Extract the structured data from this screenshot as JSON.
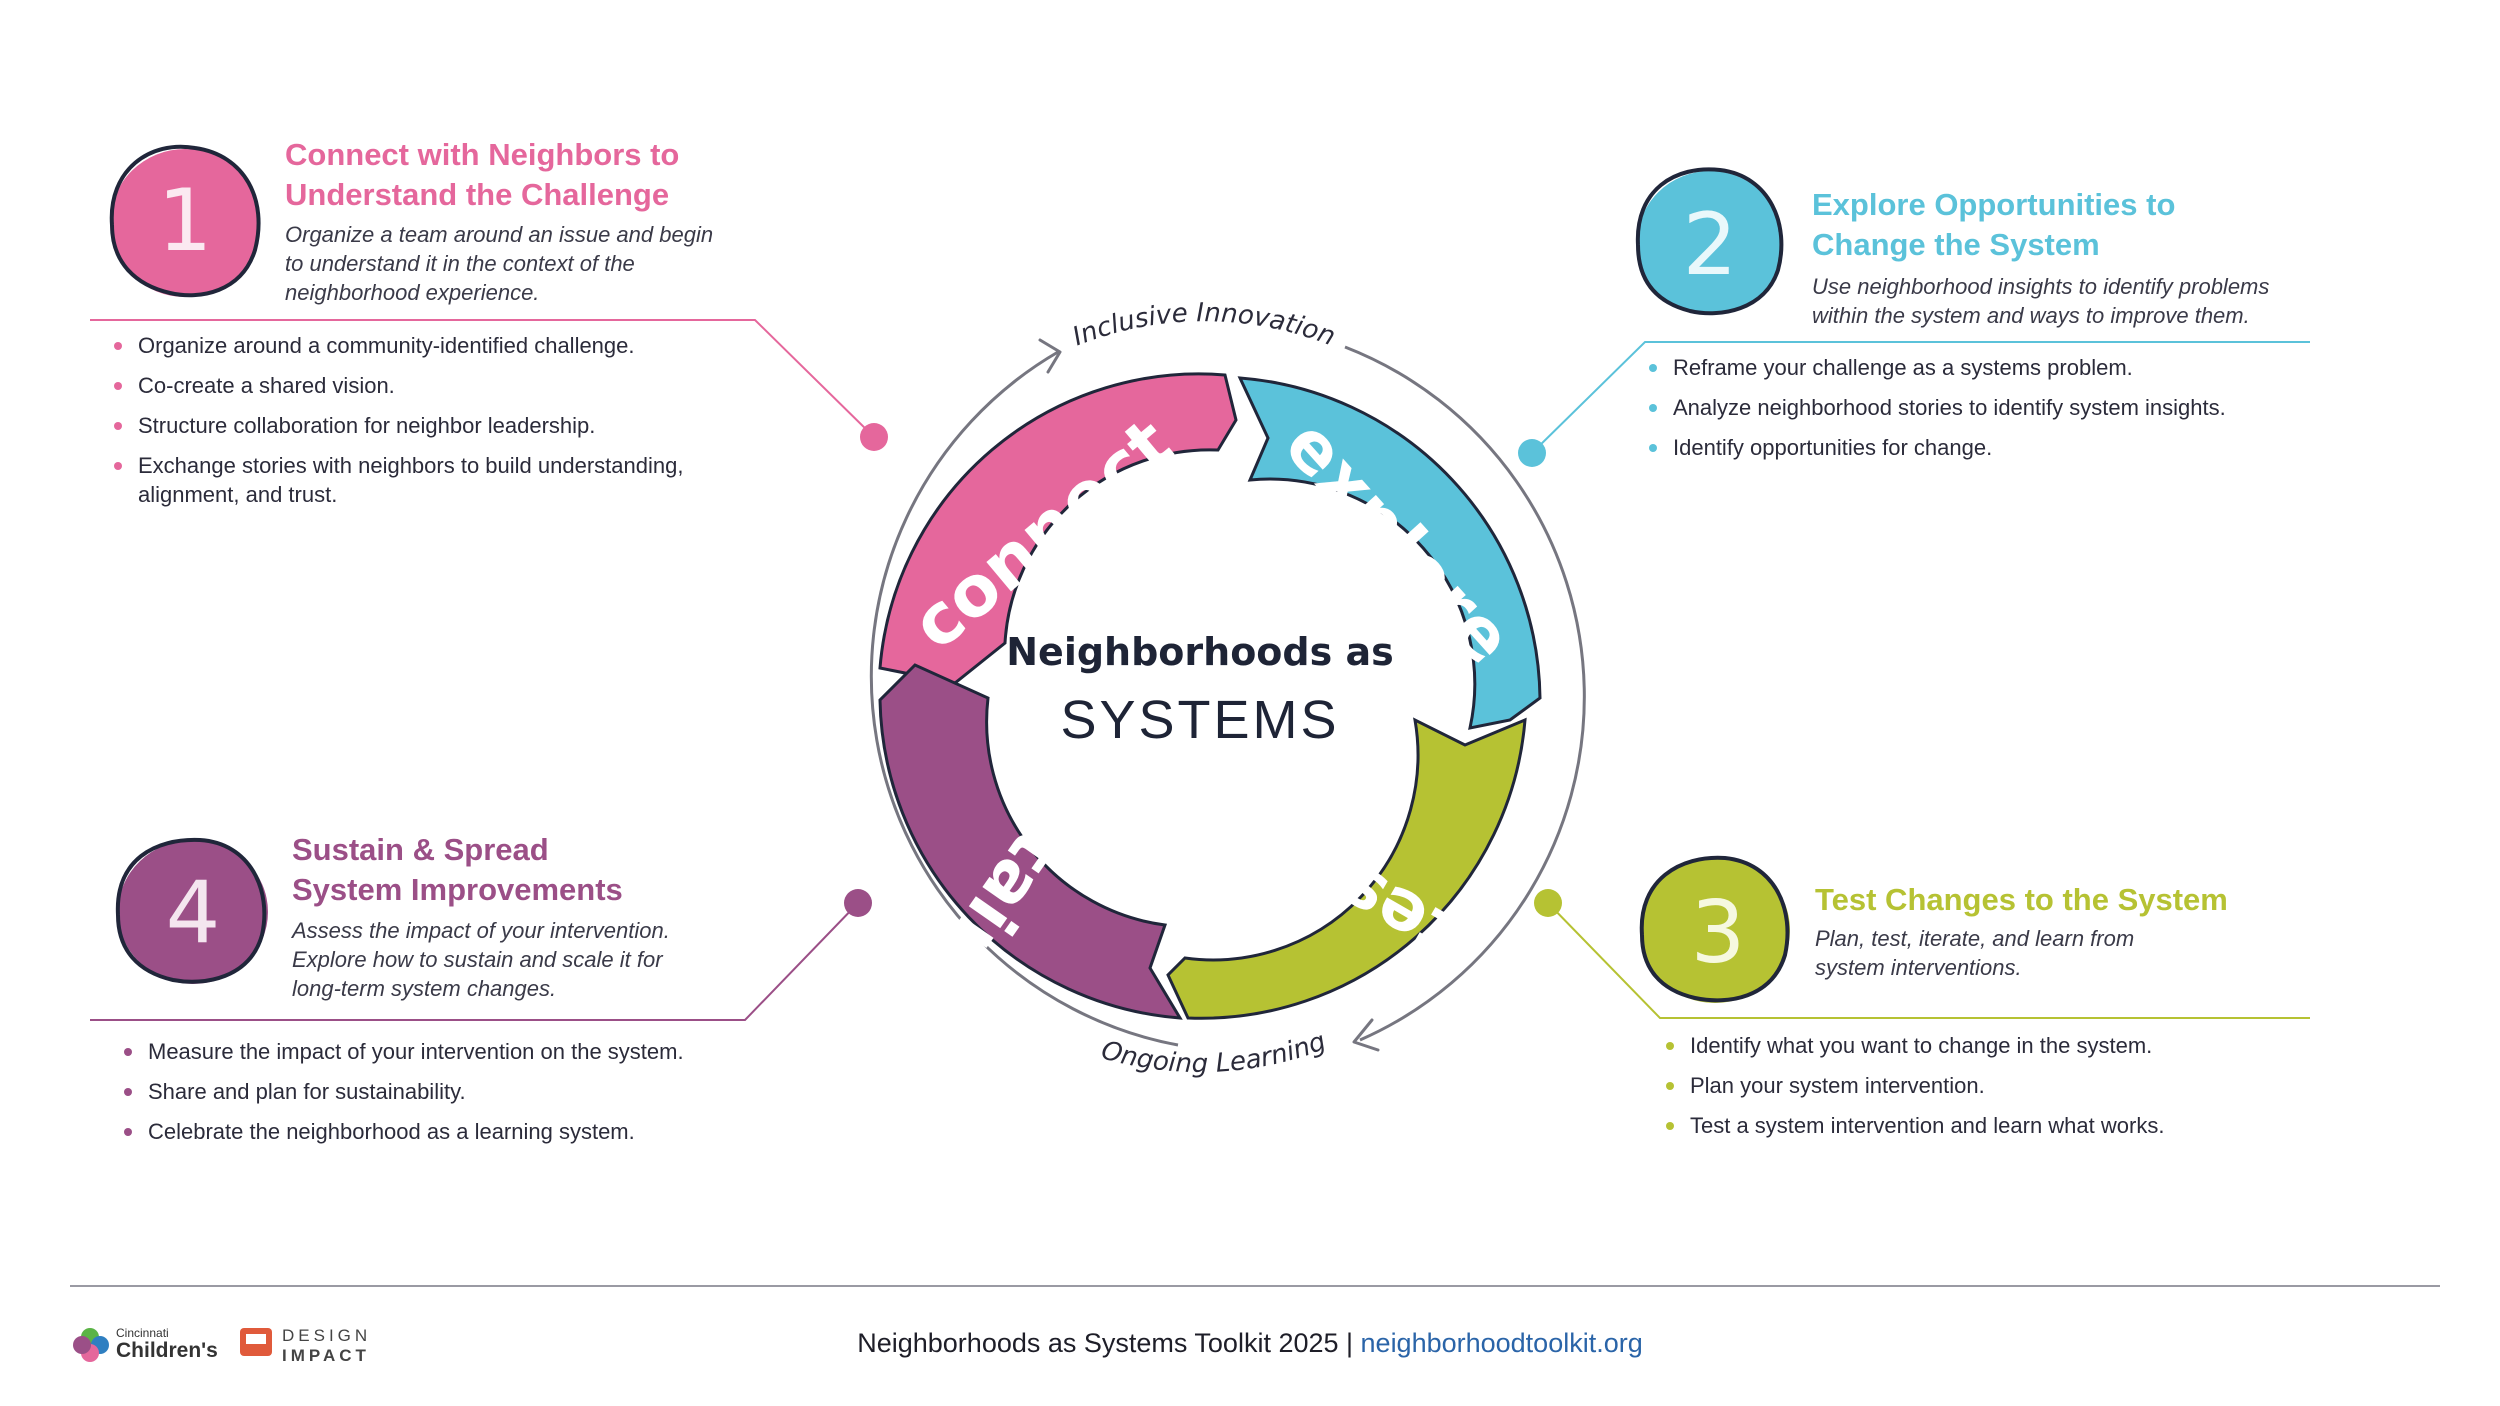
{
  "center": {
    "line1": "Neighborhoods as",
    "line2": "SYSTEMS"
  },
  "cycle": {
    "top_label": "Inclusive Innovation",
    "bottom_label": "Ongoing Learning",
    "segments": [
      {
        "word": "connect",
        "color": "#e5679c"
      },
      {
        "word": "explore",
        "color": "#5bc2da"
      },
      {
        "word": "test",
        "color": "#b6c233"
      },
      {
        "word": "sustain",
        "color": "#9b4f87"
      }
    ]
  },
  "steps": [
    {
      "number": "1",
      "color": "#e5679c",
      "title": [
        "Connect with Neighbors to",
        "Understand the Challenge"
      ],
      "description": [
        "Organize a team around an issue and begin",
        "to understand it in the context of the",
        "neighborhood experience."
      ],
      "bullets": [
        "Organize around a community-identified challenge.",
        "Co-create a shared vision.",
        "Structure collaboration for neighbor leadership.",
        "Exchange stories with neighbors to build understanding, alignment, and trust."
      ]
    },
    {
      "number": "2",
      "color": "#5bc2da",
      "title": [
        "Explore Opportunities to",
        "Change the System"
      ],
      "description": [
        "Use neighborhood insights to identify problems",
        "within the system and ways to improve them."
      ],
      "bullets": [
        "Reframe your challenge as a systems problem.",
        "Analyze neighborhood stories to identify system insights.",
        "Identify opportunities for change."
      ]
    },
    {
      "number": "3",
      "color": "#b6c233",
      "title": [
        "Test Changes to the System"
      ],
      "description": [
        "Plan, test, iterate, and learn from",
        "system interventions."
      ],
      "bullets": [
        "Identify what you want to change in the system.",
        "Plan your system intervention.",
        "Test a system intervention and learn what works."
      ]
    },
    {
      "number": "4",
      "color": "#9b4f87",
      "title": [
        "Sustain & Spread",
        "System Improvements"
      ],
      "description": [
        "Assess the impact of your intervention.",
        "Explore how to sustain and scale it for",
        "long-term system changes."
      ],
      "bullets": [
        "Measure the impact of your intervention on the system.",
        "Share and plan for sustainability.",
        "Celebrate the neighborhood as a learning system."
      ]
    }
  ],
  "footer": {
    "text": "Neighborhoods as Systems Toolkit 2025 | ",
    "link": "neighborhoodtoolkit.org",
    "logo1_small": "Cincinnati",
    "logo1_big": "Children's",
    "logo2_top": "DESIGN",
    "logo2_bottom": "IMPACT"
  }
}
